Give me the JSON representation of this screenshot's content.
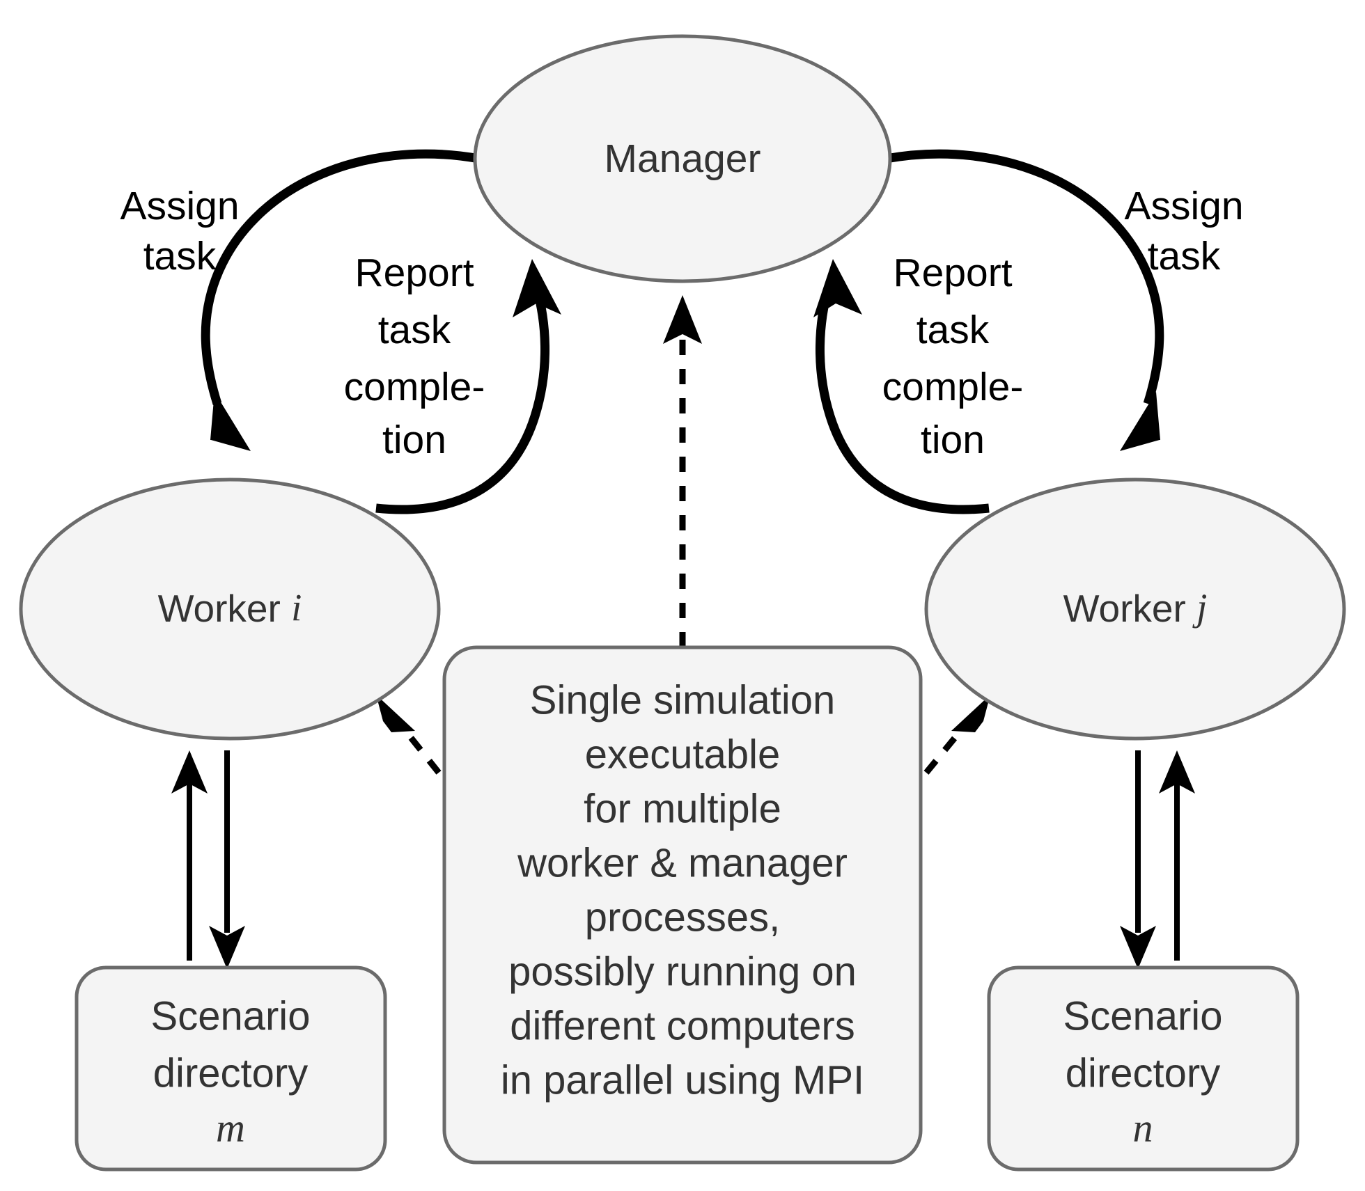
{
  "diagram": {
    "title": "Manager-Worker parallel simulation architecture",
    "background_color": "#ffffff",
    "node_fill": "#f4f4f4",
    "node_stroke": "#6b6b6b",
    "node_text_color": "#333333",
    "edge_color": "#000000"
  },
  "nodes": {
    "manager": {
      "label": "Manager",
      "shape": "ellipse"
    },
    "worker_i": {
      "label": "Worker",
      "index": "i",
      "shape": "ellipse"
    },
    "worker_j": {
      "label": "Worker",
      "index": "j",
      "shape": "ellipse"
    },
    "scenario_dir_m": {
      "line1": "Scenario",
      "line2": "directory",
      "index": "m",
      "shape": "rounded-rect"
    },
    "scenario_dir_n": {
      "line1": "Scenario",
      "line2": "directory",
      "index": "n",
      "shape": "rounded-rect"
    },
    "executable_note": {
      "shape": "rounded-rect",
      "lines": [
        "Single simulation",
        "executable",
        "for multiple",
        "worker & manager",
        "processes,",
        "possibly running on",
        "different computers",
        "in parallel using MPI"
      ]
    }
  },
  "edge_labels": {
    "assign_task_left": {
      "line1": "Assign",
      "line2": "task"
    },
    "assign_task_right": {
      "line1": "Assign",
      "line2": "task"
    },
    "report_left": {
      "line1": "Report",
      "line2": "task",
      "line3": "comple-",
      "line4": "tion"
    },
    "report_right": {
      "line1": "Report",
      "line2": "task",
      "line3": "comple-",
      "line4": "tion"
    }
  },
  "edges": [
    {
      "from": "manager",
      "to": "worker_i",
      "style": "solid-curved-arrow",
      "label": "Assign task"
    },
    {
      "from": "worker_i",
      "to": "manager",
      "style": "solid-curved-arrow",
      "label": "Report task completion"
    },
    {
      "from": "manager",
      "to": "worker_j",
      "style": "solid-curved-arrow",
      "label": "Assign task"
    },
    {
      "from": "worker_j",
      "to": "manager",
      "style": "solid-curved-arrow",
      "label": "Report task completion"
    },
    {
      "from": "executable_note",
      "to": "manager",
      "style": "dashed-arrow",
      "label": ""
    },
    {
      "from": "executable_note",
      "to": "worker_i",
      "style": "dashed-arrow",
      "label": ""
    },
    {
      "from": "executable_note",
      "to": "worker_j",
      "style": "dashed-arrow",
      "label": ""
    },
    {
      "from": "scenario_dir_m",
      "to": "worker_i",
      "style": "solid-arrow",
      "label": ""
    },
    {
      "from": "worker_i",
      "to": "scenario_dir_m",
      "style": "solid-arrow",
      "label": ""
    },
    {
      "from": "scenario_dir_n",
      "to": "worker_j",
      "style": "solid-arrow",
      "label": ""
    },
    {
      "from": "worker_j",
      "to": "scenario_dir_n",
      "style": "solid-arrow",
      "label": ""
    }
  ]
}
